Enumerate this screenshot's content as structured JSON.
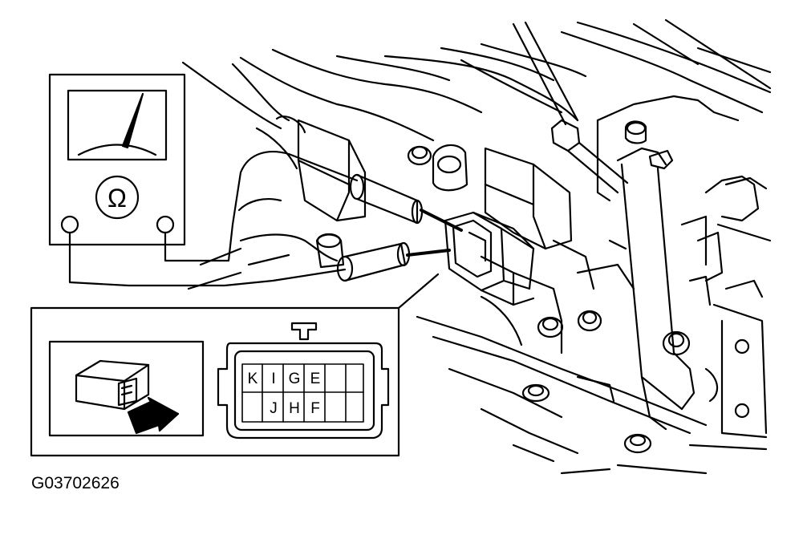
{
  "meter": {
    "symbol": "Ω"
  },
  "connector": {
    "row_top": [
      "K",
      "I",
      "G",
      "E",
      ""
    ],
    "row_bottom": [
      "",
      "J",
      "H",
      "F",
      ""
    ]
  },
  "figure_id": "G03702626"
}
